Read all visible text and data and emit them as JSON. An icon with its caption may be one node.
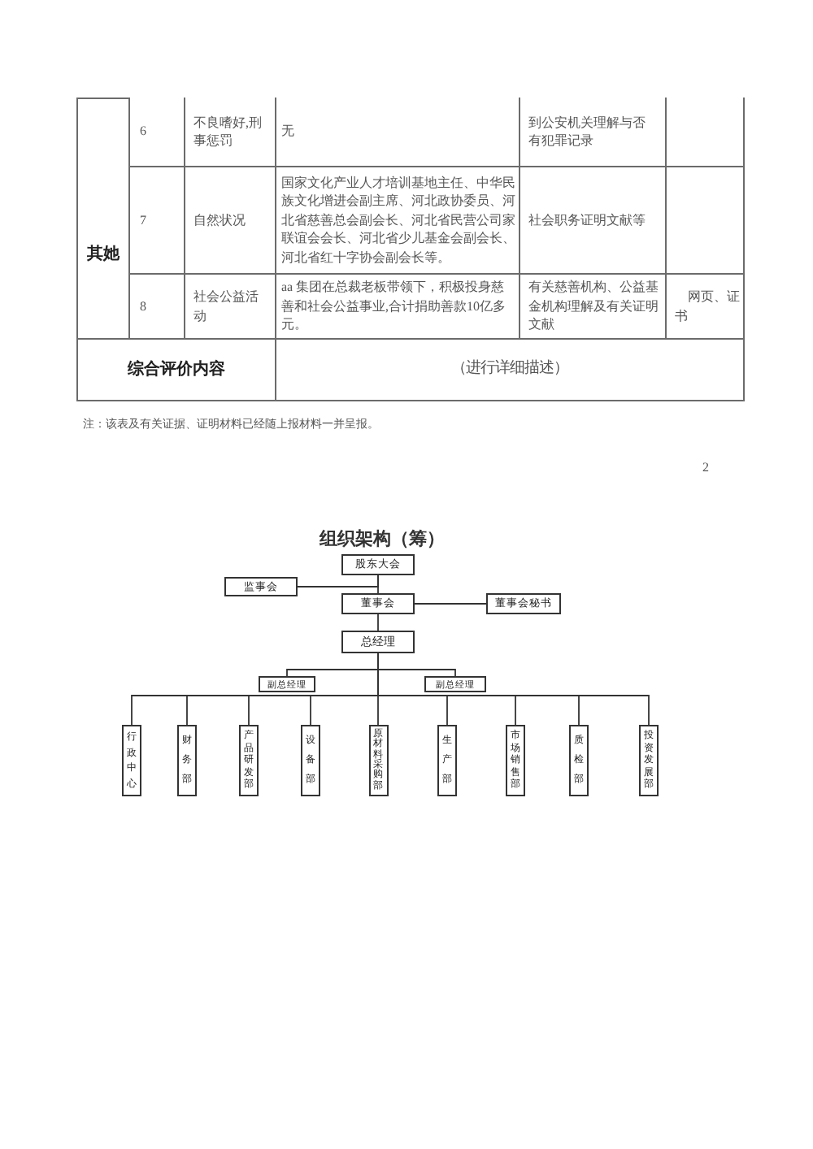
{
  "diagram": {
    "title": "组织架构（筹）",
    "nodes": [
      {
        "text": [
          "股东大会"
        ]
      },
      {
        "text": [
          "监事会"
        ]
      },
      {
        "text": [
          "董事会"
        ]
      },
      {
        "text": [
          "董事会秘书"
        ]
      },
      {
        "text": [
          "总经理"
        ]
      },
      {
        "text": [
          "副总经理"
        ]
      },
      {
        "text": [
          "副总经理"
        ]
      },
      {
        "text": [
          "行政中心"
        ]
      },
      {
        "text": [
          "财务部"
        ]
      },
      {
        "text": [
          "产品研发部"
        ]
      },
      {
        "text": [
          "设备部"
        ]
      },
      {
        "text": [
          "原材料采购部"
        ]
      },
      {
        "text": [
          "生产部"
        ]
      },
      {
        "text": [
          "市场销售部"
        ]
      },
      {
        "text": [
          "质检部"
        ]
      },
      {
        "text": [
          "投资发展部"
        ]
      }
    ],
    "edges": [
      {
        "from": 0,
        "to": 2,
        "arrow": "none"
      },
      {
        "from": 1,
        "to": 0,
        "arrow": "none"
      },
      {
        "from": 2,
        "to": 3,
        "arrow": "none"
      },
      {
        "from": 2,
        "to": 4,
        "arrow": "none"
      },
      {
        "from": 4,
        "to": 5,
        "arrow": "none"
      },
      {
        "from": 4,
        "to": 6,
        "arrow": "none"
      },
      {
        "from": 4,
        "to": 7,
        "arrow": "none"
      },
      {
        "from": 4,
        "to": 8,
        "arrow": "none"
      },
      {
        "from": 4,
        "to": 9,
        "arrow": "none"
      },
      {
        "from": 4,
        "to": 10,
        "arrow": "none"
      },
      {
        "from": 4,
        "to": 11,
        "arrow": "none"
      },
      {
        "from": 4,
        "to": 12,
        "arrow": "none"
      },
      {
        "from": 4,
        "to": 13,
        "arrow": "none"
      },
      {
        "from": 4,
        "to": 14,
        "arrow": "none"
      },
      {
        "from": 4,
        "to": 15,
        "arrow": "none"
      }
    ],
    "labels": [
      "6",
      "不良嗜好,刑事惩罚",
      "无",
      "到公安机关理解与否有犯罪记录",
      "其她",
      "7",
      "自然状况",
      "国家文化产业人才培训基地主任、中华民族文化增进会副主席、河北政协委员、河北省慈善总会副会长、河北省民营公司家联谊会会长、河北省少儿基金会副会长、河北省红十字协会副会长等。",
      "社会职务证明文献等",
      "8",
      "社会公益活动",
      "aa 集团在总裁老板带领下，积极投身慈善和社会公益事业,合计捐助善款10亿多元。",
      "有关慈善机构、公益基金机构理解及有关证明文献",
      "网页、证书",
      "综合评价内容",
      "（进行详细描述）",
      "注：该表及有关证据、证明材料已经随上报材料一并呈报。",
      "2"
    ]
  }
}
